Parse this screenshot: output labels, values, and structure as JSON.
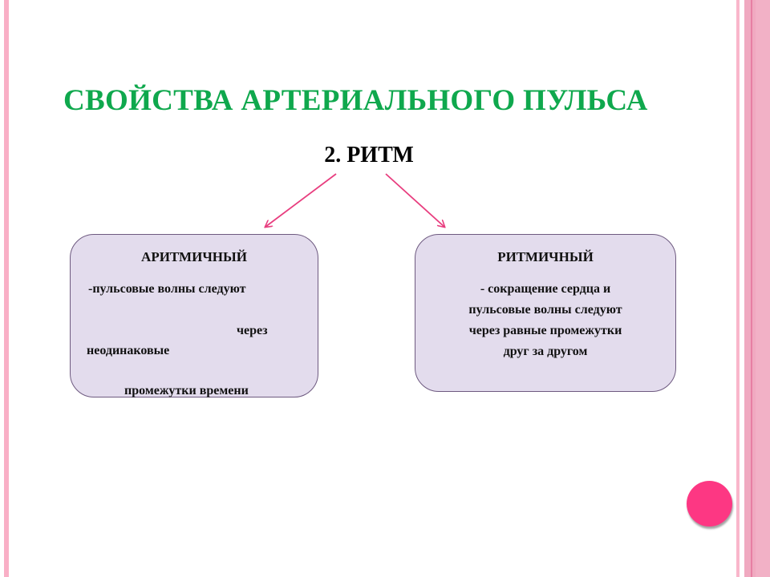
{
  "slide": {
    "title": "СВОЙСТВА АРТЕРИАЛЬНОГО ПУЛЬСА",
    "subtitle": "2. РИТМ",
    "colors": {
      "title": "#0fa84d",
      "arrow": "#e83e7f",
      "box_fill": "#e3dced",
      "box_border": "#6e5a80",
      "accent_dot": "#fd3783",
      "stripe": "#f9afc6"
    },
    "left_box": {
      "heading": "АРИТМИЧНЫЙ",
      "lines": [
        "-пульсовые волны следуют",
        "через",
        "неодинаковые",
        "промежутки времени"
      ]
    },
    "right_box": {
      "heading": "РИТМИЧНЫЙ",
      "lines": [
        "- сокращение сердца и",
        "пульсовые волны следуют",
        "через равные промежутки",
        "друг за другом"
      ]
    }
  }
}
